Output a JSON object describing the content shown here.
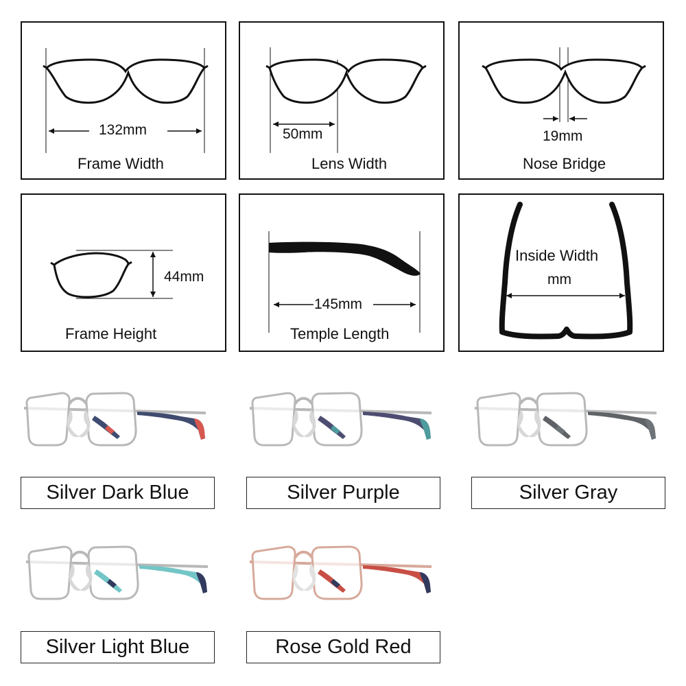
{
  "measurements": {
    "frame_width": {
      "title": "Frame Width",
      "value": "132mm"
    },
    "lens_width": {
      "title": "Lens Width",
      "value": "50mm"
    },
    "nose_bridge": {
      "title": "Nose Bridge",
      "value": "19mm"
    },
    "frame_height": {
      "title": "Frame Height",
      "value": "44mm"
    },
    "temple_length": {
      "title": "Temple Length",
      "value": "145mm"
    },
    "inside_width": {
      "title": "Inside Width",
      "value": "mm"
    }
  },
  "colors": {
    "outline": "#111111",
    "silver": "#b8b8b8",
    "rose_gold": "#d7a99a"
  },
  "color_options": [
    {
      "label": "Silver Dark Blue",
      "frame_color": "#b8b8b8",
      "temple_color": "#3f4c6f",
      "tip_color": "#d7584f",
      "pad_color": "#d8d8d8"
    },
    {
      "label": "Silver Purple",
      "frame_color": "#b8b8b8",
      "temple_color": "#4d4d72",
      "tip_color": "#4e9c9d",
      "pad_color": "#d8d8d8"
    },
    {
      "label": "Silver Gray",
      "frame_color": "#b8b8b8",
      "temple_color": "#5f6266",
      "tip_color": "#6f7478",
      "pad_color": "#d8d8d8"
    },
    {
      "label": "Silver Light Blue",
      "frame_color": "#b8b8b8",
      "temple_color": "#74c5c7",
      "tip_color": "#323a5e",
      "pad_color": "#d8d8d8"
    },
    {
      "label": "Rose Gold Red",
      "frame_color": "#d7a99a",
      "temple_color": "#c84f45",
      "tip_color": "#323a5e",
      "pad_color": "#e2e2e2"
    }
  ]
}
